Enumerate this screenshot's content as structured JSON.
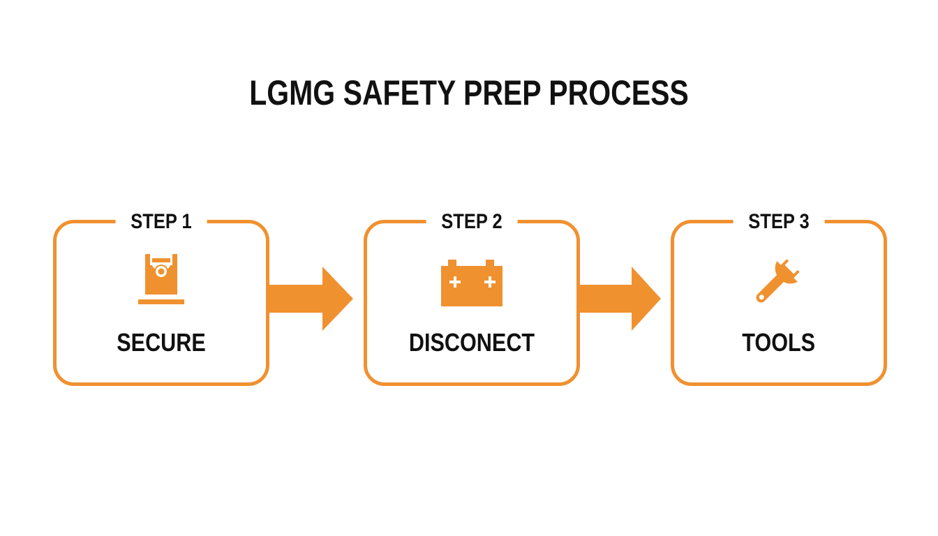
{
  "title": "LGMG SAFETY PREP PROCESS",
  "colors": {
    "accent": "#F0912F",
    "text": "#111111",
    "background": "#FFFFFF"
  },
  "steps": [
    {
      "label": "STEP 1",
      "name": "SECURE",
      "icon": "wheel-chock-icon"
    },
    {
      "label": "STEP 2",
      "name": "DISCONECT",
      "icon": "battery-icon"
    },
    {
      "label": "STEP 3",
      "name": "TOOLS",
      "icon": "wrench-icon"
    }
  ],
  "connectors": [
    "arrow-right",
    "arrow-right"
  ]
}
